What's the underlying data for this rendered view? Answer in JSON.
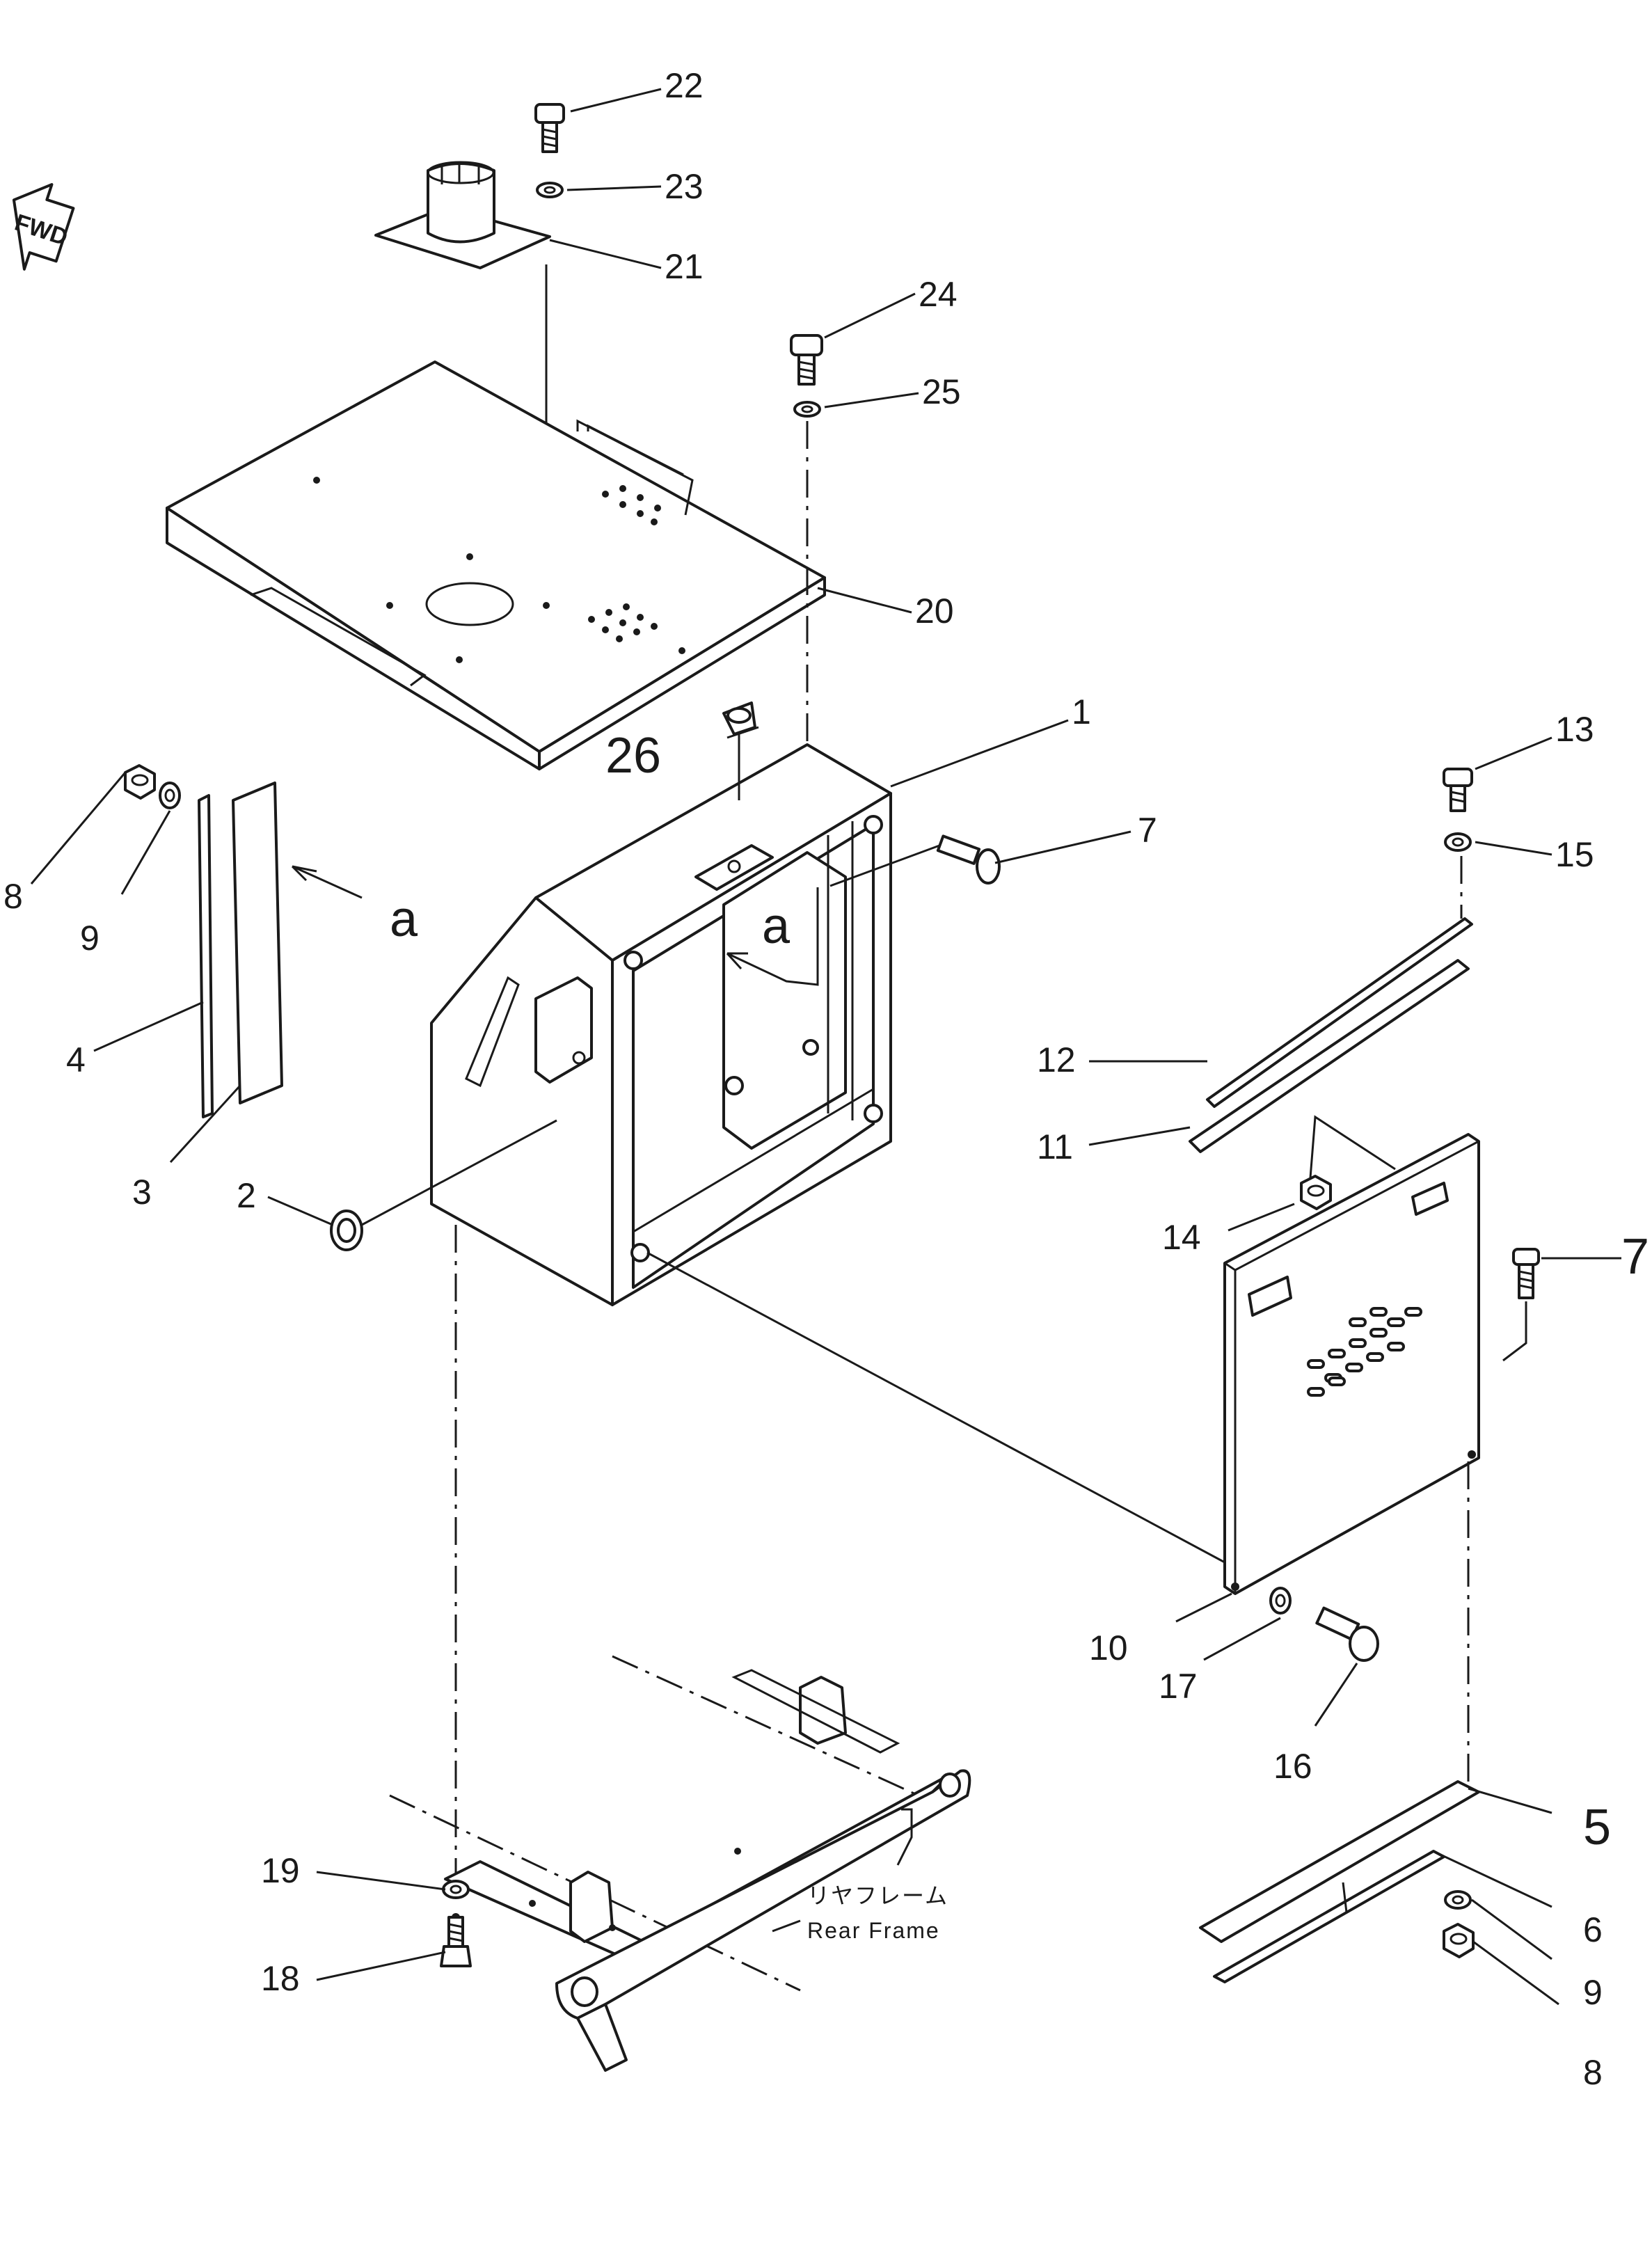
{
  "fwd_label": "FWD",
  "rear_frame": {
    "jp": "リヤフレーム",
    "en": "Rear Frame"
  },
  "view_marker": "a",
  "callouts": {
    "c1": "1",
    "c2": "2",
    "c3": "3",
    "c4": "4",
    "c5": "5",
    "c6": "6",
    "c7a": "7",
    "c7b": "7",
    "c8a": "8",
    "c8b": "8",
    "c9a": "9",
    "c9b": "9",
    "c10": "10",
    "c11": "11",
    "c12": "12",
    "c13": "13",
    "c14": "14",
    "c15": "15",
    "c16": "16",
    "c17": "17",
    "c18": "18",
    "c19": "19",
    "c20": "20",
    "c21": "21",
    "c22": "22",
    "c23": "23",
    "c24": "24",
    "c25": "25",
    "c26": "26"
  }
}
